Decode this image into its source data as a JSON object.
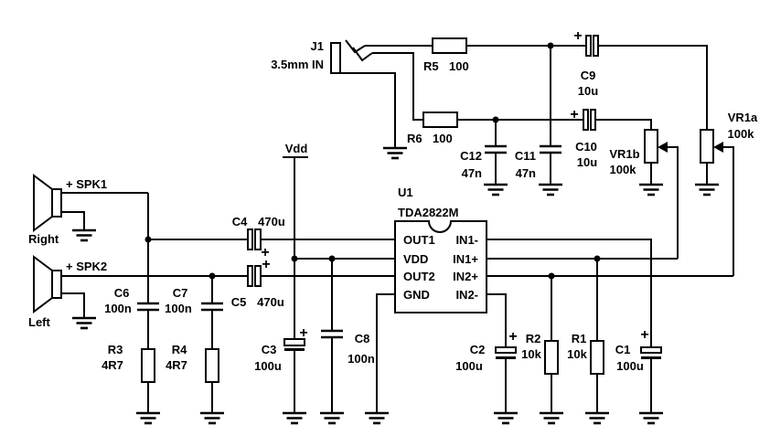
{
  "symbols": {
    "plus": "+"
  },
  "power": {
    "rail": "Vdd"
  },
  "connector": {
    "ref": "J1",
    "type": "3.5mm IN"
  },
  "ic": {
    "ref": "U1",
    "part": "TDA2822M",
    "pins_left": [
      "OUT1",
      "VDD",
      "OUT2",
      "GND"
    ],
    "pins_right": [
      "IN1-",
      "IN1+",
      "IN2+",
      "IN2-"
    ]
  },
  "speakers": {
    "spk1": {
      "terminal": "+ SPK1",
      "channel": "Right"
    },
    "spk2": {
      "terminal": "+ SPK2",
      "channel": "Left"
    }
  },
  "resistors": {
    "r1": {
      "ref": "R1",
      "value": "10k"
    },
    "r2": {
      "ref": "R2",
      "value": "10k"
    },
    "r3": {
      "ref": "R3",
      "value": "4R7"
    },
    "r4": {
      "ref": "R4",
      "value": "4R7"
    },
    "r5": {
      "ref": "R5",
      "value": "100"
    },
    "r6": {
      "ref": "R6",
      "value": "100"
    }
  },
  "potentiometers": {
    "vr1a": {
      "ref": "VR1a",
      "value": "100k"
    },
    "vr1b": {
      "ref": "VR1b",
      "value": "100k"
    }
  },
  "capacitors": {
    "c1": {
      "ref": "C1",
      "value": "100u"
    },
    "c2": {
      "ref": "C2",
      "value": "100u"
    },
    "c3": {
      "ref": "C3",
      "value": "100u"
    },
    "c4": {
      "ref": "C4",
      "value": "470u"
    },
    "c5": {
      "ref": "C5",
      "value": "470u"
    },
    "c6": {
      "ref": "C6",
      "value": "100n"
    },
    "c7": {
      "ref": "C7",
      "value": "100n"
    },
    "c8": {
      "ref": "C8",
      "value": "100n"
    },
    "c9": {
      "ref": "C9",
      "value": "10u"
    },
    "c10": {
      "ref": "C10",
      "value": "10u"
    },
    "c11": {
      "ref": "C11",
      "value": "47n"
    },
    "c12": {
      "ref": "C12",
      "value": "47n"
    }
  }
}
